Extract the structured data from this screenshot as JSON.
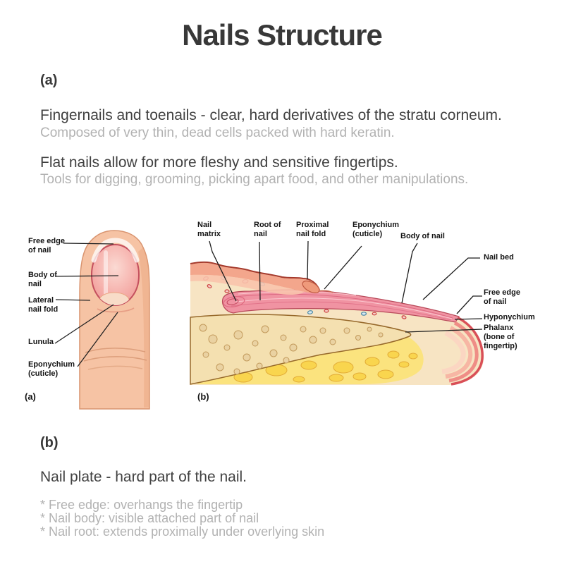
{
  "title": "Nails Structure",
  "section_a": {
    "label": "(a)",
    "para1": "Fingernails and toenails - clear, hard derivatives of the stratu corneum.",
    "para1_sub": "Composed of very thin, dead cells packed with hard keratin.",
    "para2": "Flat nails allow for more fleshy and sensitive fingertips.",
    "para2_sub": "Tools for digging, grooming, picking apart food, and other manipulations."
  },
  "diagram": {
    "left": {
      "caption": "(a)",
      "labels": {
        "free_edge": "Free edge\nof nail",
        "body_of_nail": "Body of\nnail",
        "lateral_nail_fold": "Lateral\nnail fold",
        "lunula": "Lunula",
        "eponychium": "Eponychium\n(cuticle)"
      }
    },
    "right": {
      "caption": "(b)",
      "labels_top": {
        "nail_matrix": "Nail\nmatrix",
        "root_of_nail": "Root of\nnail",
        "proximal_nail_fold": "Proximal\nnail fold",
        "eponychium": "Eponychium\n(cuticle)",
        "body_of_nail": "Body of nail"
      },
      "labels_right": {
        "nail_bed": "Nail bed",
        "free_edge": "Free edge\nof nail",
        "hyponychium": "Hyponychium",
        "phalanx": "Phalanx\n(bone of\nfingertip)"
      }
    }
  },
  "section_b": {
    "label": "(b)",
    "para1": "Nail plate - hard part of the nail.",
    "bullets": [
      "* Free edge: overhangs the fingertip",
      "* Nail body: visible attached part of nail",
      "* Nail root: extends proximally under overlying skin"
    ]
  },
  "colors": {
    "heading_text": "#383838",
    "body_text": "#414141",
    "muted_text": "#b2b2b2",
    "label_text": "#141414",
    "skin": "#f6c3a4",
    "nail_pink": "#f093a2",
    "bone": "#f4e0b0",
    "fat_yellow": "#fbe37e"
  }
}
